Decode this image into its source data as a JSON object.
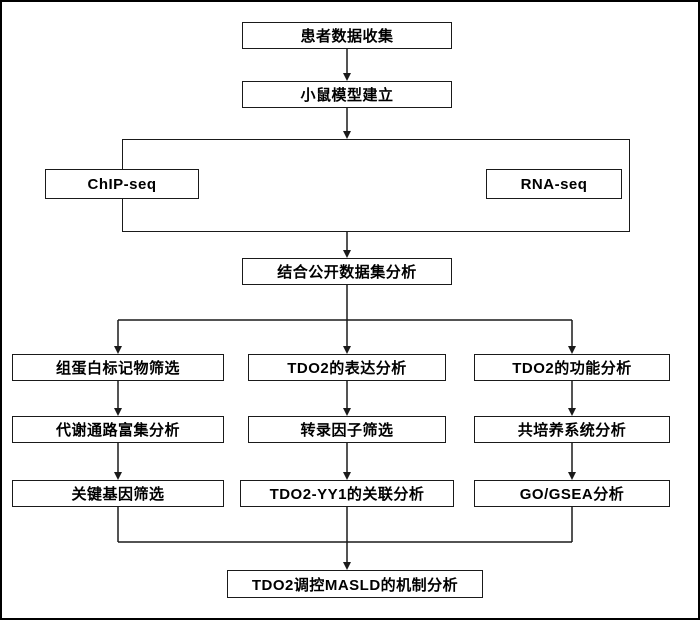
{
  "diagram": {
    "type": "flowchart",
    "colors": {
      "line": "#1a1a1a",
      "box_border": "#1a1a1a",
      "background": "#ffffff"
    },
    "nodes": {
      "patient_data": "患者数据收集",
      "mouse_model": "小鼠模型建立",
      "chip_seq": "ChIP-seq",
      "rna_seq": "RNA-seq",
      "public_dataset": "结合公开数据集分析",
      "histone_marker": "组蛋白标记物筛选",
      "tdo2_expression": "TDO2的表达分析",
      "tdo2_function": "TDO2的功能分析",
      "metabolic_pathway": "代谢通路富集分析",
      "transcription_factor": "转录因子筛选",
      "coculture_system": "共培养系统分析",
      "key_gene": "关键基因筛选",
      "tdo2_yy1": "TDO2-YY1的关联分析",
      "go_gsea": "GO/GSEA分析",
      "mechanism": "TDO2调控MASLD的机制分析"
    }
  }
}
